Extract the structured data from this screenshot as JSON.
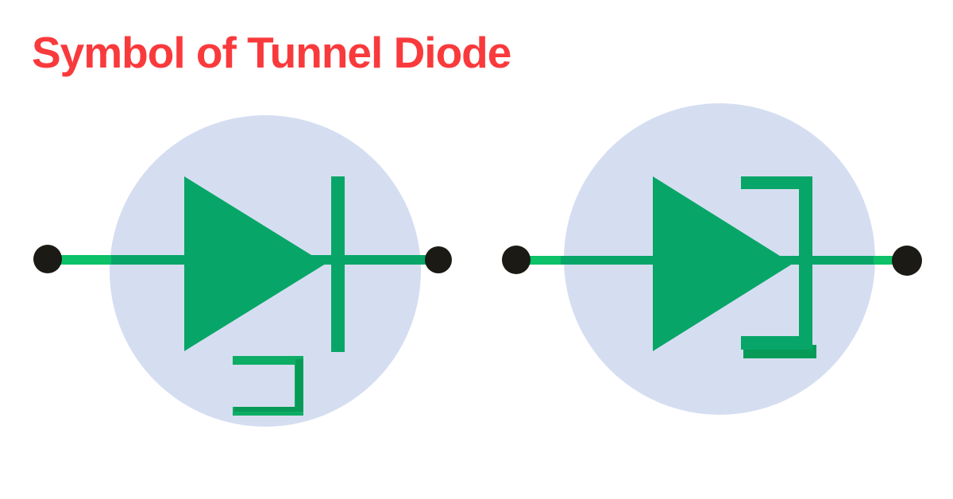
{
  "title": {
    "text": "Symbol of Tunnel Diode"
  },
  "colors": {
    "background": "#ffffff",
    "title_red": "#f93a3c",
    "circle_fill": "#d5def1",
    "green_main": "#07a668",
    "green_bright": "#0cc167",
    "green_light": "#0ead65",
    "green_dark": "#089b58",
    "terminal_black": "#1b1a15"
  },
  "diagrams": [
    {
      "id": "tunnel-diode-symbol-left",
      "label": "Tunnel diode symbol with bent cathode line below"
    },
    {
      "id": "tunnel-diode-symbol-right",
      "label": "Tunnel diode symbol with bracket cathode"
    }
  ]
}
